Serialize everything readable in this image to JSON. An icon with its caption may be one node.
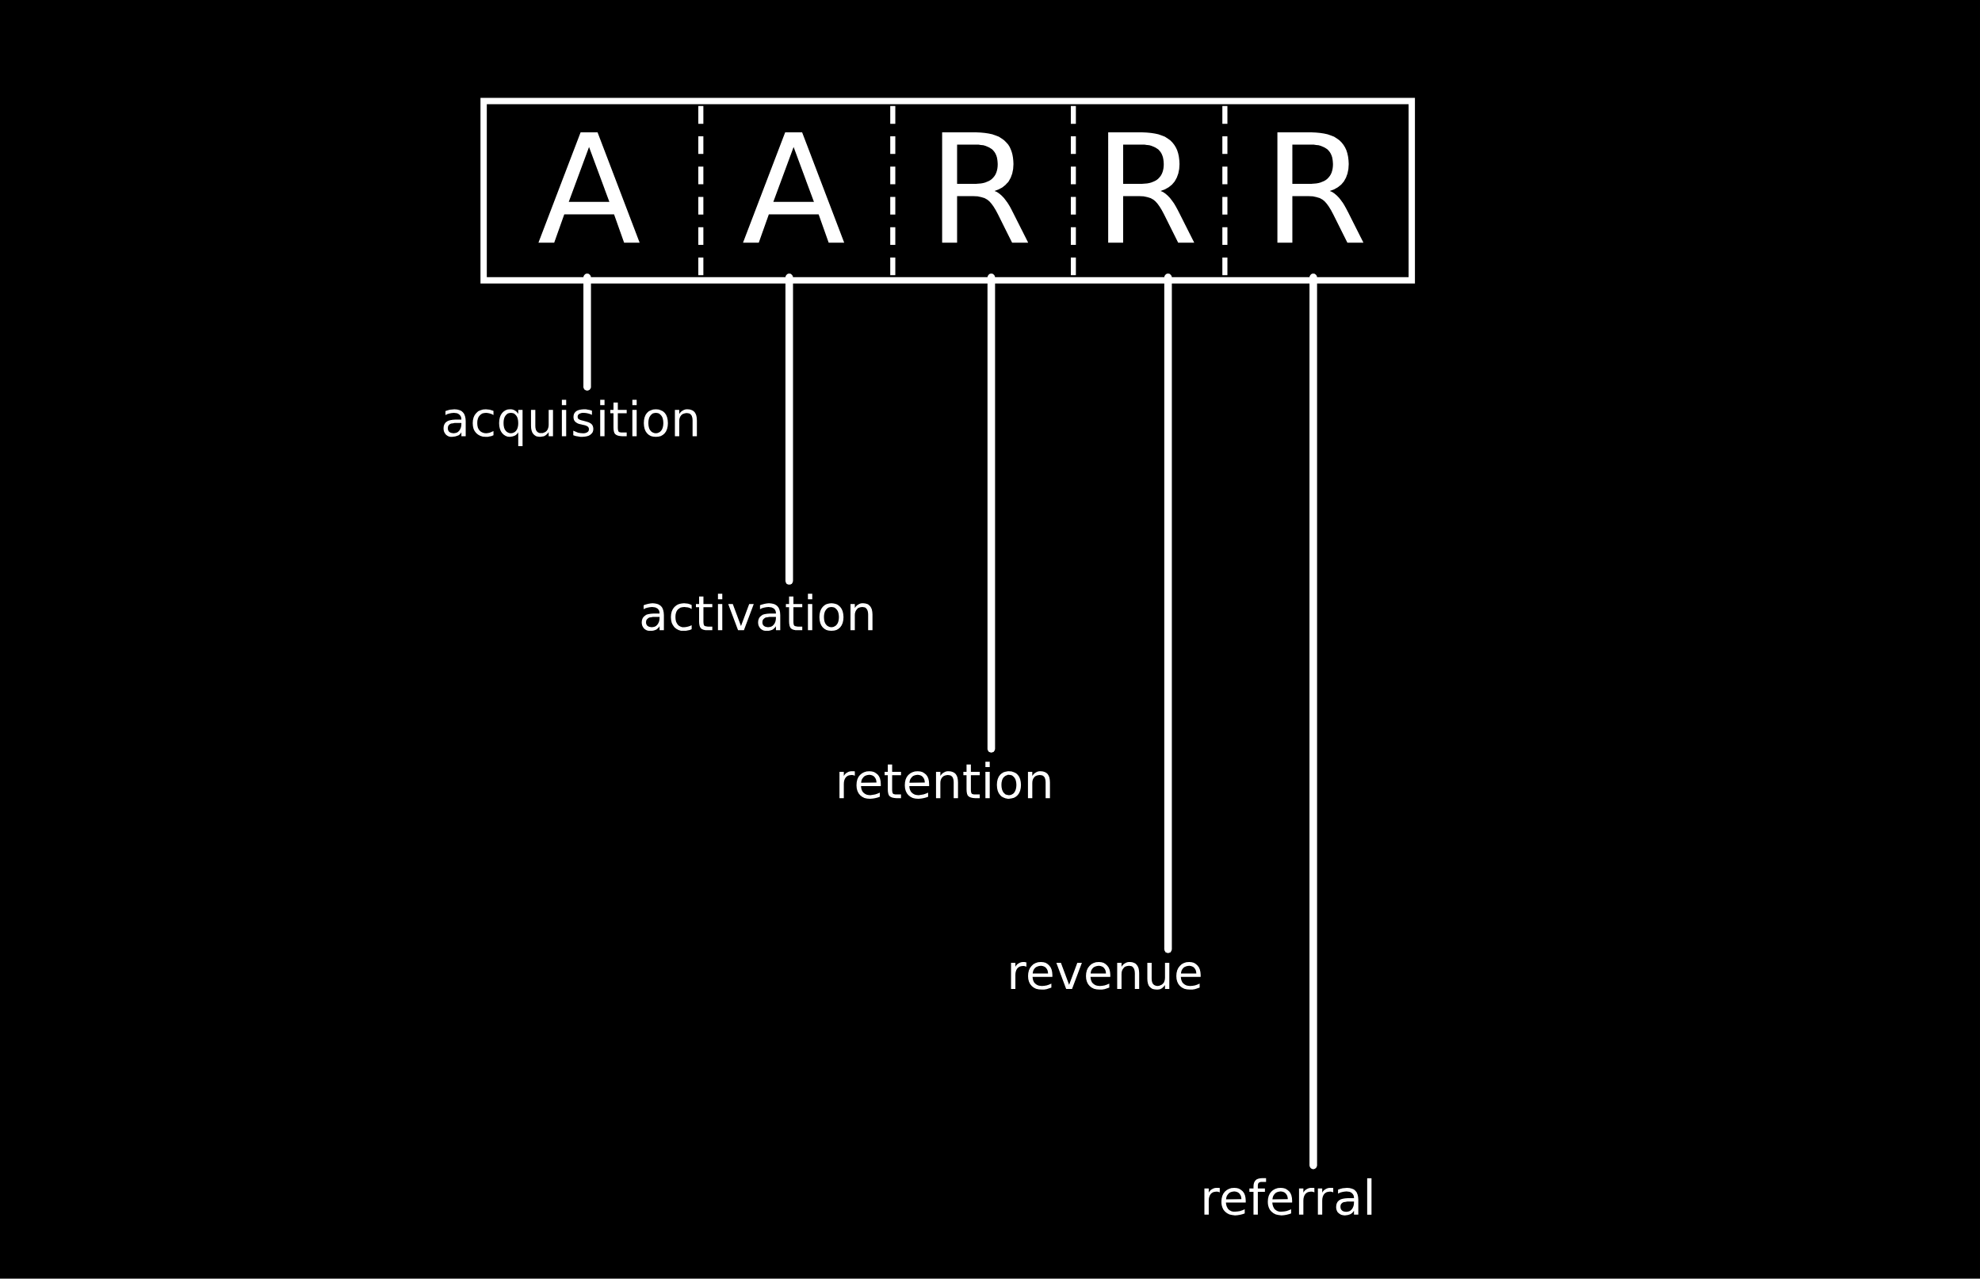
{
  "diagram": {
    "nodes": [
      {
        "text": [],
        "shape": "box"
      },
      {
        "text": [
          "A"
        ],
        "in": 0
      },
      {
        "text": [
          "A"
        ],
        "in": 0
      },
      {
        "text": [
          "R"
        ],
        "in": 0
      },
      {
        "text": [
          "R"
        ],
        "in": 0
      },
      {
        "text": [
          "R"
        ],
        "in": 0
      },
      {
        "text": [
          "acquisition"
        ]
      },
      {
        "text": [
          "activation"
        ]
      },
      {
        "text": [
          "retention"
        ]
      },
      {
        "text": [
          "revenue"
        ]
      },
      {
        "text": [
          "referral"
        ]
      }
    ],
    "edges": [
      {
        "from": 6,
        "to": 1,
        "arrow": "none"
      },
      {
        "from": 7,
        "to": 2,
        "arrow": "none"
      },
      {
        "from": 8,
        "to": 3,
        "arrow": "none"
      },
      {
        "from": 9,
        "to": 4,
        "arrow": "none"
      },
      {
        "from": 10,
        "to": 5,
        "arrow": "none"
      }
    ]
  }
}
